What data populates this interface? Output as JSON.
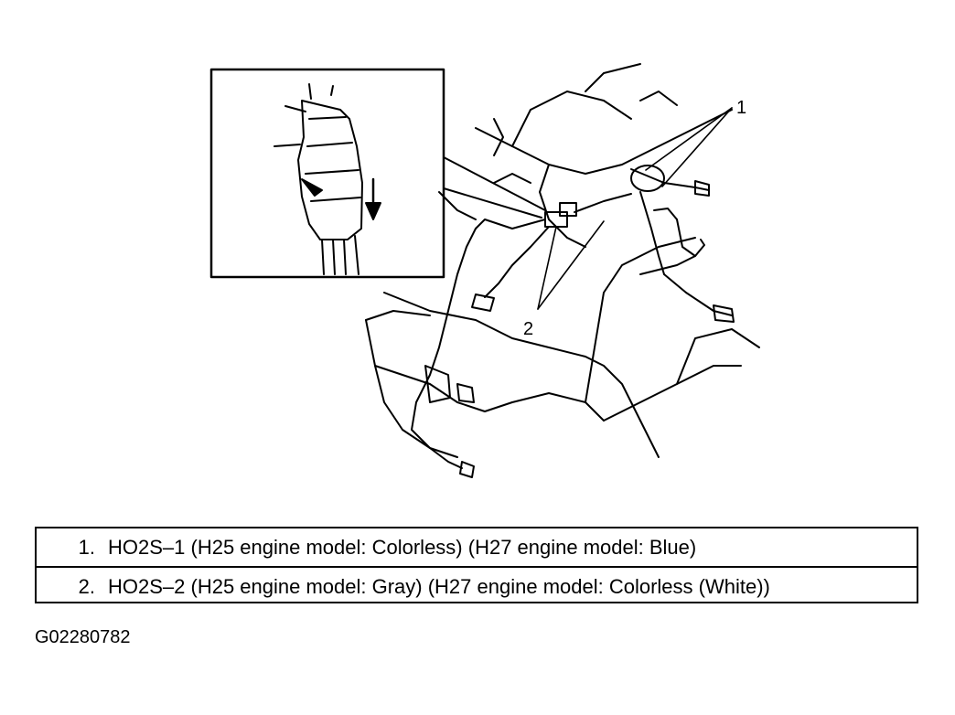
{
  "callouts": {
    "one": "1",
    "two": "2"
  },
  "legend": {
    "items": [
      {
        "number": "1.",
        "text": "HO2S–1 (H25 engine model: Colorless) (H27 engine model: Blue)"
      },
      {
        "number": "2.",
        "text": "HO2S–2 (H25 engine model: Gray) (H27 engine model: Colorless (White))"
      }
    ]
  },
  "figure_id": "G02280782"
}
